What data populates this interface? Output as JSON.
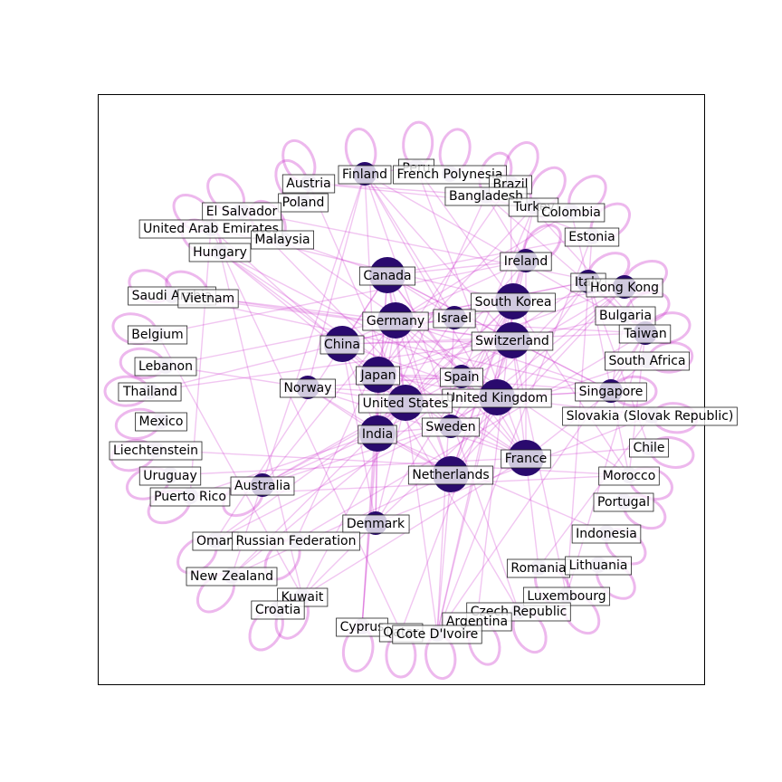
{
  "edge_color": "#cc33cc",
  "node_dark": "#2a0a6e",
  "node_light": "#c9bcdc",
  "nodes": [
    {
      "id": "peru",
      "label": "Peru",
      "size": "light"
    },
    {
      "id": "finland",
      "label": "Finland",
      "size": "mid"
    },
    {
      "id": "french-polynesia",
      "label": "French Polynesia",
      "size": "light"
    },
    {
      "id": "brazil",
      "label": "Brazil",
      "size": "light"
    },
    {
      "id": "austria",
      "label": "Austria",
      "size": "light"
    },
    {
      "id": "bangladesh",
      "label": "Bangladesh",
      "size": "light"
    },
    {
      "id": "turkey",
      "label": "Turkey",
      "size": "light"
    },
    {
      "id": "colombia",
      "label": "Colombia",
      "size": "light"
    },
    {
      "id": "poland",
      "label": "Poland",
      "size": "light"
    },
    {
      "id": "el-salvador",
      "label": "El Salvador",
      "size": "light"
    },
    {
      "id": "uae",
      "label": "United Arab Emirates",
      "size": "light"
    },
    {
      "id": "malaysia",
      "label": "Malaysia",
      "size": "light"
    },
    {
      "id": "estonia",
      "label": "Estonia",
      "size": "light"
    },
    {
      "id": "hungary",
      "label": "Hungary",
      "size": "light"
    },
    {
      "id": "canada",
      "label": "Canada",
      "size": "big"
    },
    {
      "id": "ireland",
      "label": "Ireland",
      "size": "mid"
    },
    {
      "id": "italy",
      "label": "Italy",
      "size": "mid"
    },
    {
      "id": "hong-kong",
      "label": "Hong Kong",
      "size": "mid"
    },
    {
      "id": "south-korea",
      "label": "South Korea",
      "size": "big"
    },
    {
      "id": "saudi-arabia",
      "label": "Saudi Arabia",
      "size": "light"
    },
    {
      "id": "vietnam",
      "label": "Vietnam",
      "size": "light"
    },
    {
      "id": "germany",
      "label": "Germany",
      "size": "big"
    },
    {
      "id": "israel",
      "label": "Israel",
      "size": "mid"
    },
    {
      "id": "bulgaria",
      "label": "Bulgaria",
      "size": "light"
    },
    {
      "id": "belgium",
      "label": "Belgium",
      "size": "light"
    },
    {
      "id": "taiwan",
      "label": "Taiwan",
      "size": "mid"
    },
    {
      "id": "china",
      "label": "China",
      "size": "big"
    },
    {
      "id": "switzerland",
      "label": "Switzerland",
      "size": "big"
    },
    {
      "id": "south-africa",
      "label": "South Africa",
      "size": "light"
    },
    {
      "id": "lebanon",
      "label": "Lebanon",
      "size": "light"
    },
    {
      "id": "japan",
      "label": "Japan",
      "size": "big"
    },
    {
      "id": "spain",
      "label": "Spain",
      "size": "mid"
    },
    {
      "id": "norway",
      "label": "Norway",
      "size": "mid"
    },
    {
      "id": "thailand",
      "label": "Thailand",
      "size": "light"
    },
    {
      "id": "singapore",
      "label": "Singapore",
      "size": "mid"
    },
    {
      "id": "united-kingdom",
      "label": "United Kingdom",
      "size": "big"
    },
    {
      "id": "united-states",
      "label": "United States",
      "size": "big"
    },
    {
      "id": "slovakia",
      "label": "Slovakia (Slovak Republic)",
      "size": "light"
    },
    {
      "id": "mexico",
      "label": "Mexico",
      "size": "light"
    },
    {
      "id": "sweden",
      "label": "Sweden",
      "size": "mid"
    },
    {
      "id": "india",
      "label": "India",
      "size": "big"
    },
    {
      "id": "liechtenstein",
      "label": "Liechtenstein",
      "size": "light"
    },
    {
      "id": "chile",
      "label": "Chile",
      "size": "light"
    },
    {
      "id": "france",
      "label": "France",
      "size": "big"
    },
    {
      "id": "netherlands",
      "label": "Netherlands",
      "size": "big"
    },
    {
      "id": "uruguay",
      "label": "Uruguay",
      "size": "light"
    },
    {
      "id": "morocco",
      "label": "Morocco",
      "size": "light"
    },
    {
      "id": "australia",
      "label": "Australia",
      "size": "mid"
    },
    {
      "id": "puerto-rico",
      "label": "Puerto Rico",
      "size": "light"
    },
    {
      "id": "portugal",
      "label": "Portugal",
      "size": "light"
    },
    {
      "id": "denmark",
      "label": "Denmark",
      "size": "mid"
    },
    {
      "id": "indonesia",
      "label": "Indonesia",
      "size": "light"
    },
    {
      "id": "oman",
      "label": "Oman",
      "size": "light"
    },
    {
      "id": "russian-federation",
      "label": "Russian Federation",
      "size": "light"
    },
    {
      "id": "romania",
      "label": "Romania",
      "size": "light"
    },
    {
      "id": "lithuania",
      "label": "Lithuania",
      "size": "light"
    },
    {
      "id": "new-zealand",
      "label": "New Zealand",
      "size": "light"
    },
    {
      "id": "luxembourg",
      "label": "Luxembourg",
      "size": "light"
    },
    {
      "id": "kuwait",
      "label": "Kuwait",
      "size": "light"
    },
    {
      "id": "croatia",
      "label": "Croatia",
      "size": "light"
    },
    {
      "id": "czech-republic",
      "label": "Czech Republic",
      "size": "light"
    },
    {
      "id": "argentina",
      "label": "Argentina",
      "size": "light"
    },
    {
      "id": "cyprus",
      "label": "Cyprus",
      "size": "light"
    },
    {
      "id": "qatar",
      "label": "Qatar",
      "size": "light"
    },
    {
      "id": "cote-divoire",
      "label": "Cote D'Ivoire",
      "size": "light"
    }
  ]
}
